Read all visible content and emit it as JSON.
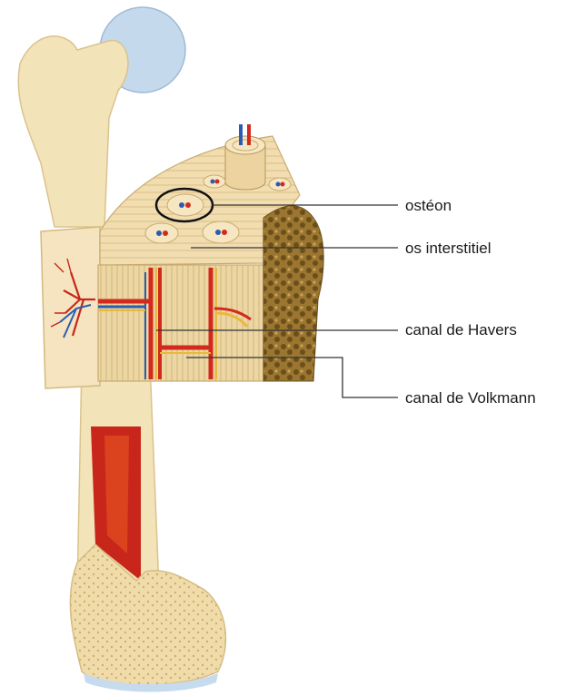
{
  "labels": {
    "osteon": "ostéon",
    "os_interstitiel": "os interstitiel",
    "canal_havers": "canal de Havers",
    "canal_volkmann": "canal de Volkmann"
  },
  "colors": {
    "bone": "#f3e3b8",
    "bone_shadow": "#e0c98f",
    "cartilage": "#bcd4ea",
    "marrow_red": "#c8261b",
    "spongy_bone": "#8a6a2a",
    "artery": "#d22a1c",
    "vein": "#2a5db0",
    "leader_line": "#333333"
  }
}
